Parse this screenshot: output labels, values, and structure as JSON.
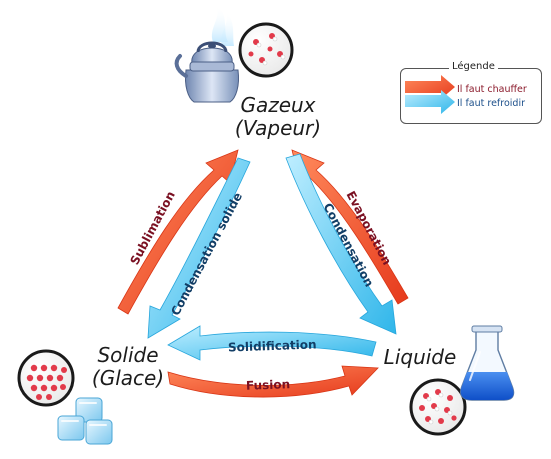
{
  "states": {
    "gaz": {
      "name": "Gazeux",
      "sub": "(Vapeur)"
    },
    "solide": {
      "name": "Solide",
      "sub": "(Glace)"
    },
    "liquide": {
      "name": "Liquide"
    }
  },
  "transitions": {
    "sublimation": "Sublimation",
    "condensation_solide": "Condensation solide",
    "evaporation": "Evaporation",
    "condensation": "Condensation",
    "solidification": "Solidification",
    "fusion": "Fusion"
  },
  "legend": {
    "title": "Légende",
    "warm": "Il faut chauffer",
    "cool": "Il faut refroidir"
  },
  "colors": {
    "warm_arrow": "#f2552b",
    "cool_arrow": "#3ec3ee",
    "warm_text": "#7a1022",
    "cool_text": "#123e66"
  },
  "icons": [
    "kettle-icon",
    "ice-cubes-icon",
    "flask-icon",
    "gas-particles-icon",
    "solid-particles-icon",
    "liquid-particles-icon"
  ]
}
